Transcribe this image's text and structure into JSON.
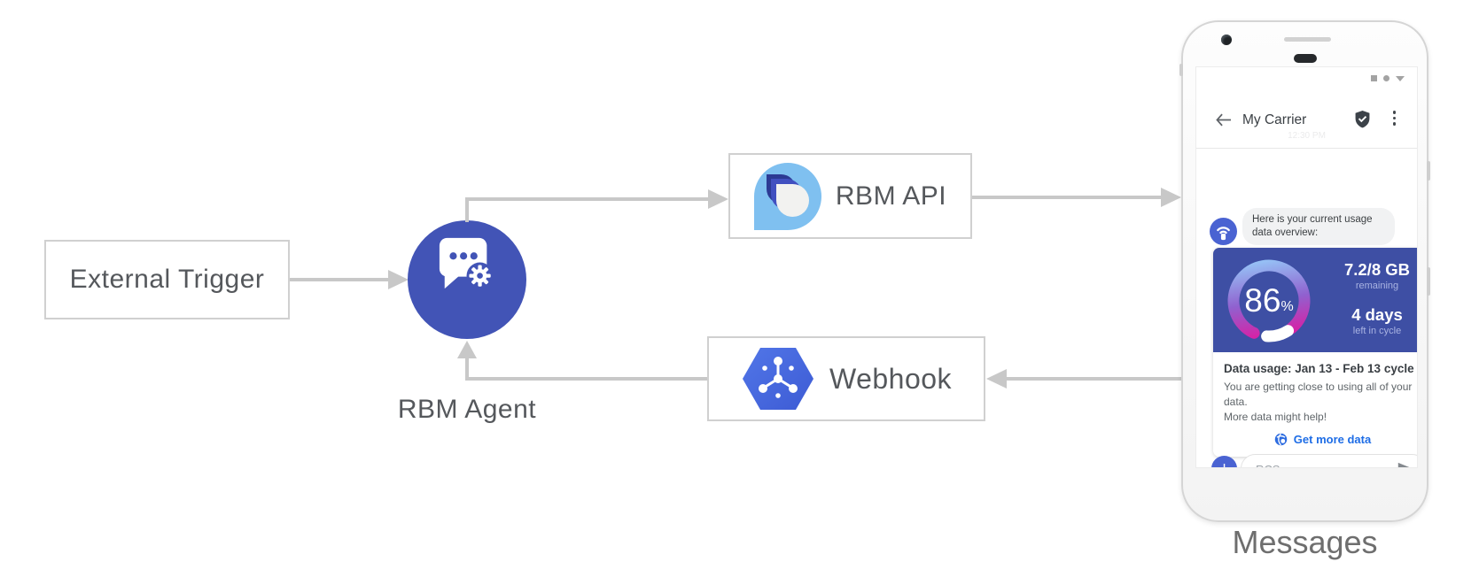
{
  "diagram": {
    "external_trigger_label": "External Trigger",
    "rbm_agent_label": "RBM Agent",
    "rbm_api_label": "RBM API",
    "webhook_label": "Webhook",
    "phone_caption": "Messages"
  },
  "phone": {
    "header": {
      "title": "My Carrier"
    },
    "timestamp": "12:30 PM",
    "chat_bubble": "Here is your current usage data overview:",
    "usage_card": {
      "percent": 86,
      "percent_suffix": "%",
      "remaining_value": "7.2/8 GB",
      "remaining_label": "remaining",
      "days_value": "4 days",
      "days_label": "left in cycle",
      "title": "Data usage: Jan 13 - Feb 13 cycle",
      "body_line1": "You are getting close to using all of your data.",
      "body_line2": "More data might help!",
      "action_label": "Get more data"
    },
    "compose": {
      "placeholder": "RCS message"
    }
  },
  "colors": {
    "agent_blue": "#4254b6",
    "card_indigo": "#3e4fa4",
    "bubble_blue": "#4a63d2",
    "link_blue": "#1e6de6",
    "gauge_blue": "#96c7f8",
    "gauge_purple": "#9061cf",
    "gauge_magenta": "#e8119b",
    "arrow_gray": "#c8c8c8"
  }
}
